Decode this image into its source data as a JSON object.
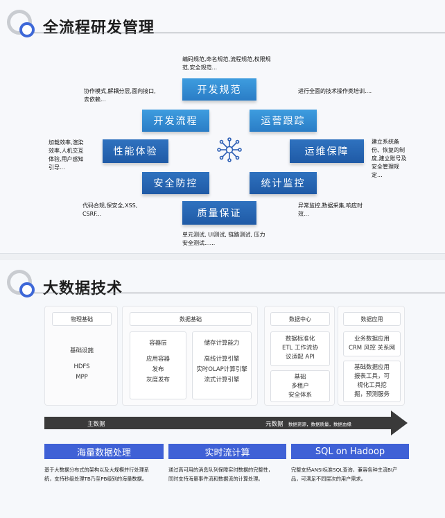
{
  "section1": {
    "title": "全流程研发管理",
    "blocks": {
      "dev_spec": "开发规范",
      "dev_flow": "开发流程",
      "ops_track": "运营跟踪",
      "perf": "性能体验",
      "ops_guard": "运维保障",
      "sec": "安全防控",
      "stats": "统计监控",
      "qa": "质量保证"
    },
    "labels": {
      "dev_spec": [
        "编码规范,命名规范,流程规范,权限规",
        "范,安全规范..."
      ],
      "dev_flow": [
        "协作模式,解耦分层,面向接口,",
        "去依赖..."
      ],
      "ops_track": [
        "进行全面的技术操作类培训...."
      ],
      "perf": [
        "加载效率,渲染",
        "效率,人机交互",
        "体验,用户感知",
        "引导..."
      ],
      "ops_guard": [
        "建立系统备",
        "份、恢复的制",
        "度,建立账号及",
        "安全管理规",
        "定..."
      ],
      "sec": [
        "代码合规,保安全,XSS,",
        "CSRF..."
      ],
      "stats": [
        "异常监控,数据采集,响应时",
        "效..."
      ],
      "qa": [
        "单元测试, UI测试, 链路测试, 压力",
        "安全测试......"
      ]
    },
    "hub_icon": "network-hub-icon"
  },
  "section2": {
    "title": "大数据技术",
    "columns": {
      "physical": {
        "head": "物理基础",
        "items": [
          "基础设施",
          "HDFS",
          "MPP"
        ]
      },
      "data": {
        "head": "数据基础",
        "left": [
          "容器层",
          "应用容器",
          "发布",
          "灰度发布"
        ],
        "right": [
          "储存计算能力",
          "高线计算引擎",
          "实时OLAP计算引擎",
          "流式计算引擎"
        ]
      },
      "center": {
        "head": "数据中心",
        "top": [
          "数据标准化",
          "ETL  工作流协",
          "议适配 API"
        ],
        "bottom": [
          "基础",
          "多租户",
          "安全体系"
        ]
      },
      "app": {
        "head": "数据应用",
        "top": [
          "业务数据应用",
          "CRM 风控 关系网"
        ],
        "bottom": [
          "基础数据应用",
          "报表工具，可",
          "视化工具挖",
          "掘，预测服务"
        ]
      }
    },
    "arrow": {
      "main": "主数据",
      "meta": "元数据",
      "meta_tail": "数据资源，数据质量，数据血缘"
    },
    "features": [
      {
        "title": "海量数据处理",
        "desc": [
          "基于大数据分布式的架构以及大规模并行处理系",
          "统，支持秒级处理TB乃至PB级别的海量数据。"
        ]
      },
      {
        "title": "实时流计算",
        "desc": [
          "通过高可用的消息队列保障实时数据的完整性，",
          "同时支持海量事件流和数据流的计算处理。"
        ]
      },
      {
        "title": "SQL on Hadoop",
        "desc": [
          "完整支持ANSI标准SQL查询，兼容各种主流BI产",
          "品，可满足不同层次的用户需求。"
        ]
      }
    ]
  },
  "colors": {
    "accent_blue": "#3f61d6",
    "block_light": "#3e9ddf",
    "block_dark": "#1f5aa6",
    "arrow": "#3a3a3a"
  }
}
